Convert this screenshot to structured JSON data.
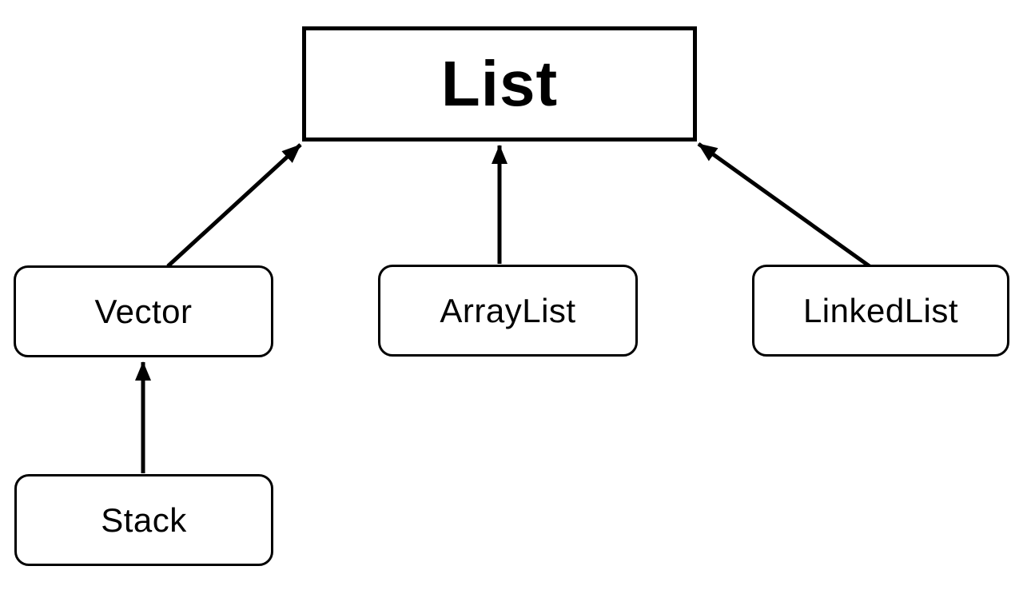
{
  "diagram": {
    "kind": "class-inheritance-hierarchy",
    "nodes": {
      "list": {
        "label": "List"
      },
      "vector": {
        "label": "Vector"
      },
      "arraylist": {
        "label": "ArrayList"
      },
      "linkedlist": {
        "label": "LinkedList"
      },
      "stack": {
        "label": "Stack"
      }
    },
    "edges": [
      {
        "from": "Vector",
        "to": "List"
      },
      {
        "from": "ArrayList",
        "to": "List"
      },
      {
        "from": "LinkedList",
        "to": "List"
      },
      {
        "from": "Stack",
        "to": "Vector"
      }
    ]
  },
  "colors": {
    "background": "#ffffff",
    "node_fill": "#ffffff",
    "line": "#000000",
    "text": "#000000"
  }
}
